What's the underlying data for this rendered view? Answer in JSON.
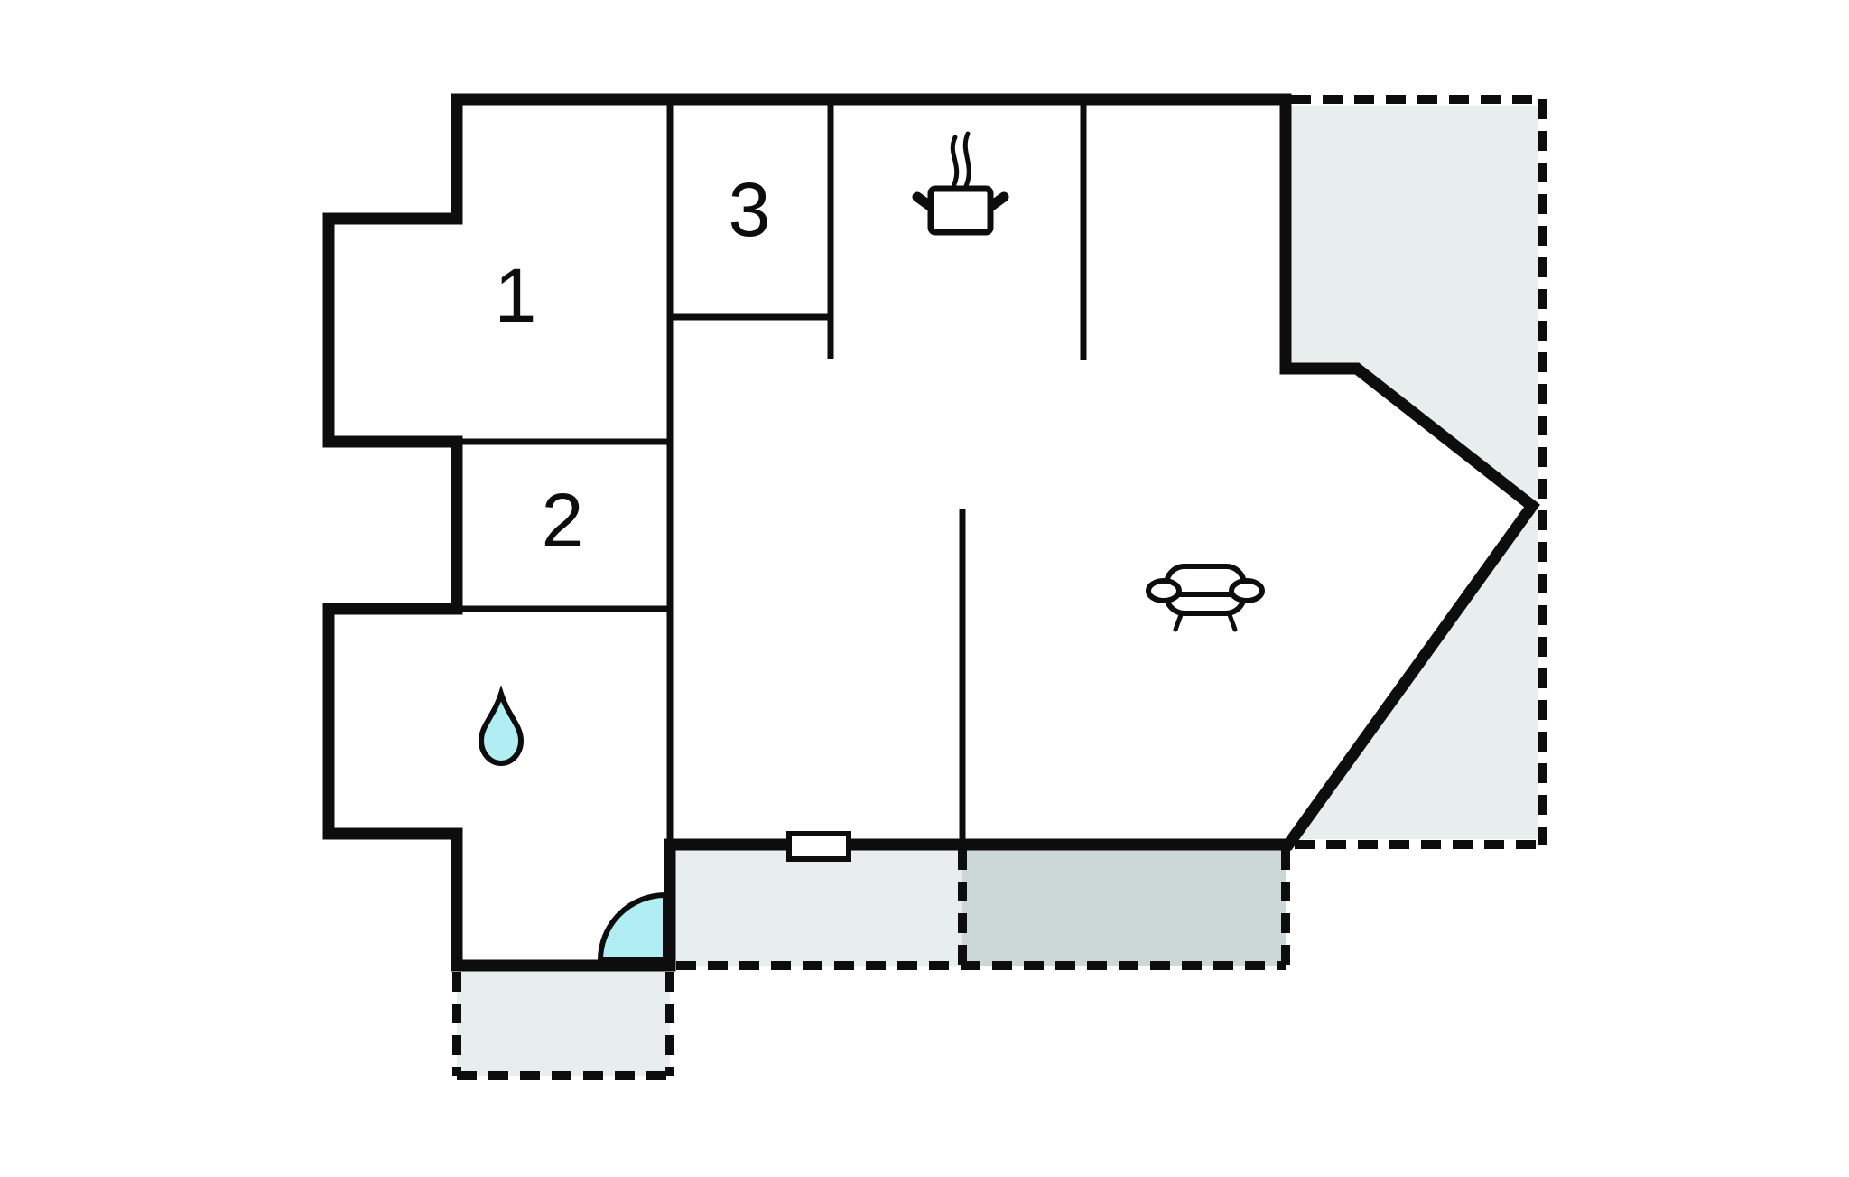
{
  "plan": {
    "type": "apartment-floor-plan",
    "rooms": [
      {
        "id": "room-1",
        "label": "1"
      },
      {
        "id": "room-2",
        "label": "2"
      },
      {
        "id": "room-3",
        "label": "3"
      }
    ],
    "features": {
      "kitchen_icon": "cooking-pot-with-steam",
      "living_icon": "sofa",
      "bathroom_icon": "water-drop",
      "entrance_icon": "door-swing-quarter-circle",
      "window_icon": "window-marker",
      "outdoor_areas": "dashed-terrace-regions"
    },
    "colors": {
      "wall": "#0d0d0d",
      "terrace_light": "#e8eeed",
      "terrace_dark": "#ccd8d8",
      "water_cyan": "#b0eef4",
      "background": "#ffffff"
    }
  }
}
